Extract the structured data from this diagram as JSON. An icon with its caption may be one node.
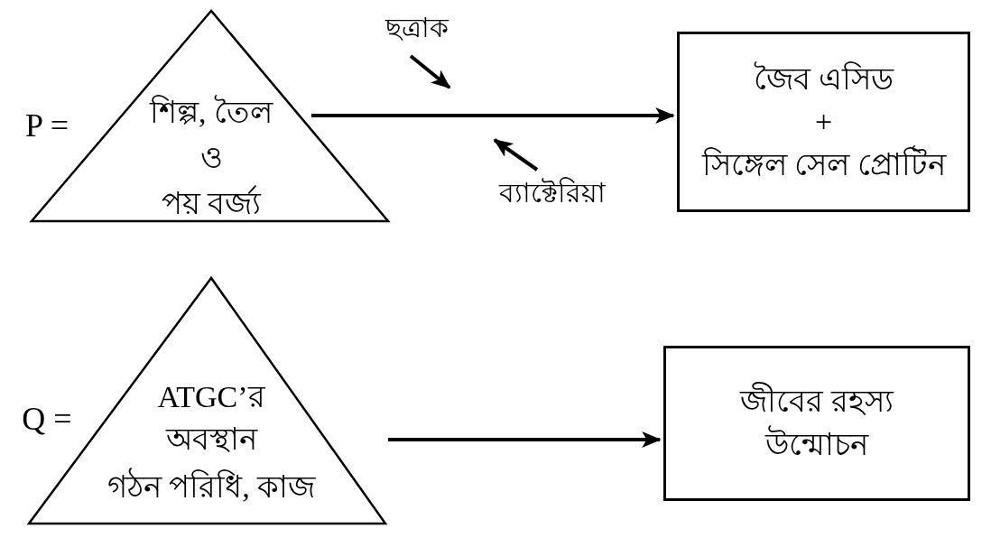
{
  "diagram": {
    "nodes": [
      {
        "text": [
          "শিল্প, তৈল",
          "ও",
          "পয় বর্জ্য"
        ],
        "beside": [
          "P ="
        ]
      },
      {
        "text": [
          "জৈব এসিড",
          "+",
          "সিঙ্গেল সেল প্রোটিন"
        ]
      },
      {
        "text": [
          "ছত্রাক"
        ]
      },
      {
        "text": [
          "ব্যাক্টেরিয়া"
        ]
      },
      {
        "text": [
          "ATGC’র",
          "অবস্থান",
          "গঠন পরিধি, কাজ"
        ],
        "beside": [
          "Q ="
        ]
      },
      {
        "text": [
          "জীবের রহস্য",
          "উন্মোচন"
        ]
      }
    ],
    "edges": [
      {
        "from": 0,
        "to": 1,
        "arrow": "to"
      },
      {
        "from": 2,
        "to": null,
        "arrow": "to"
      },
      {
        "from": 3,
        "to": null,
        "arrow": "to"
      },
      {
        "from": 4,
        "to": 5,
        "arrow": "to"
      }
    ]
  }
}
